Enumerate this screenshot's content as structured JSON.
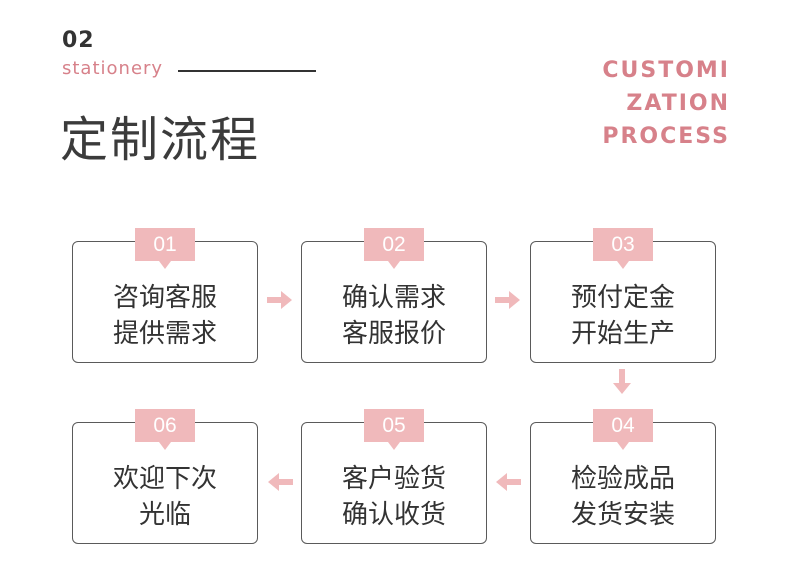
{
  "header": {
    "number": "02",
    "subtitle": "stationery",
    "title": "定制流程",
    "english_lines": [
      "CUSTOMI",
      "ZATION",
      "PROCESS"
    ]
  },
  "colors": {
    "accent": "#d7818a",
    "tag": "#f0b9bb",
    "text": "#333333",
    "border": "#5a5a5a"
  },
  "steps": [
    {
      "num": "01",
      "line1": "咨询客服",
      "line2": "提供需求"
    },
    {
      "num": "02",
      "line1": "确认需求",
      "line2": "客服报价"
    },
    {
      "num": "03",
      "line1": "预付定金",
      "line2": "开始生产"
    },
    {
      "num": "04",
      "line1": "检验成品",
      "line2": "发货安装"
    },
    {
      "num": "05",
      "line1": "客户验货",
      "line2": "确认收货"
    },
    {
      "num": "06",
      "line1": "欢迎下次",
      "line2": "光临"
    }
  ],
  "arrow_icon": "arrow-icon"
}
